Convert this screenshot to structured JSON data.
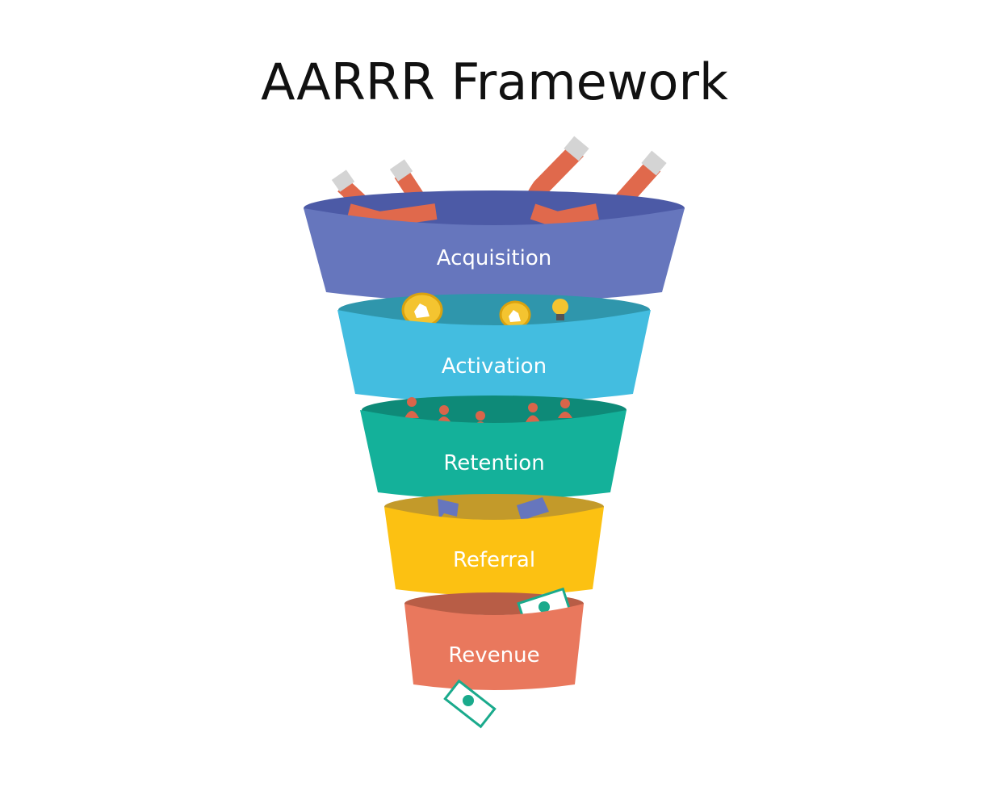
{
  "title": "AARRR Framework",
  "stages": [
    {
      "label": "Acquisition",
      "color": "#6676bd",
      "inner_color": "#4c5aa6"
    },
    {
      "label": "Activation",
      "color": "#43bde0",
      "inner_color": "#2f96ac"
    },
    {
      "label": "Retention",
      "color": "#14b19a",
      "inner_color": "#0e8a78"
    },
    {
      "label": "Referral",
      "color": "#fcc112",
      "inner_color": "#c39a2a"
    },
    {
      "label": "Revenue",
      "color": "#e9785d",
      "inner_color": "#b85d46"
    }
  ],
  "icons": [
    "magnet-icon",
    "coin-icon",
    "lightbulb-icon",
    "person-icon",
    "speech-bubble-icon",
    "banknote-icon"
  ],
  "accent_colors": {
    "magnet": "#e0694c",
    "magnet_tip": "#cfcfcf",
    "coin": "#f4c430",
    "banknote": "#1aaa8c"
  }
}
